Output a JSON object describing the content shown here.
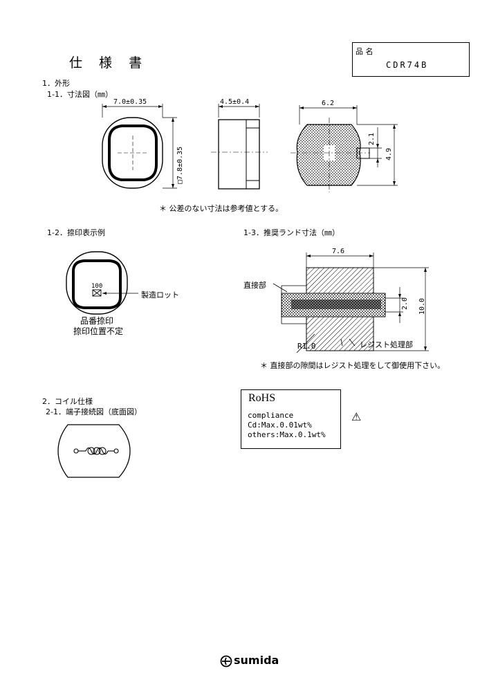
{
  "header": {
    "doc_title": "仕 様 書",
    "part_label": "品 名",
    "part_number": "CDR74B"
  },
  "section1": {
    "heading": "1．外形",
    "sub1": "1-1．寸法図（㎜）",
    "dims": {
      "front_width": "7.0±0.35",
      "front_height": "□7.8±0.35",
      "side_width": "4.5±0.4",
      "bottom_width": "6.2",
      "bottom_terminal": "2.1",
      "bottom_height": "4.9"
    },
    "note": "＊ 公差のない寸法は参考値とする。",
    "sub2": "1-2．捺印表示例",
    "marking_text": "100",
    "marking_callout": "製造ロット",
    "marking_caption1": "品番捺印",
    "marking_caption2": "捺印位置不定",
    "sub3": "1-3．推奨ランド寸法（㎜）",
    "land": {
      "width": "7.6",
      "gap": "2.0",
      "height": "10.0",
      "radius": "R1.0",
      "left_label": "直接部",
      "resist_label": "レジスト処理部"
    },
    "land_note": "＊ 直接部の隙間はレジスト処理をして御使用下さい。"
  },
  "section2": {
    "heading": "2．コイル仕様",
    "sub1": "2-1．端子接続図（底面図）"
  },
  "rohs": {
    "title": "RoHS",
    "line1": "compliance",
    "line2": "Cd:Max.0.01wt%",
    "line3": "others:Max.0.1wt%",
    "mark": "⚠"
  },
  "footer": {
    "brand": "sumida"
  }
}
